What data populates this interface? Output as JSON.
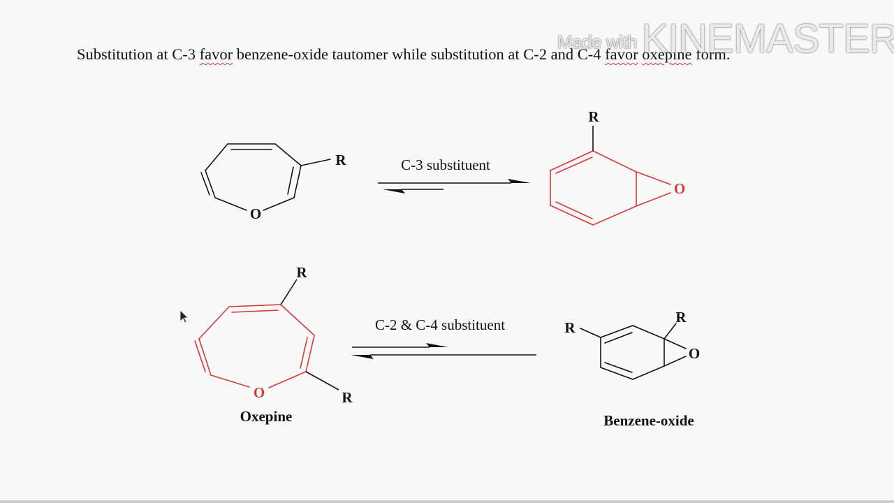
{
  "slide": {
    "text_part1": "Substitution at C-3 ",
    "text_word_favor": "favor",
    "text_part2": " benzene-oxide tautomer while substitution at C-2 and C-4 ",
    "text_word_favor2": "favor",
    "text_space": " ",
    "text_word_oxepine": "oxepine",
    "text_part3": " form."
  },
  "watermark": {
    "made_with": "Made with",
    "brand": "KINEMASTER"
  },
  "reaction_top": {
    "condition": "C-3 substituent",
    "left_O": "O",
    "left_R": "R",
    "right_O": "O",
    "right_R": "R"
  },
  "reaction_bottom": {
    "condition": "C-2 & C-4 substituent",
    "left_O": "O",
    "left_R_top": "R",
    "left_R_bottom": "R",
    "right_O": "O",
    "right_R_left": "R",
    "right_R_top": "R",
    "caption_left": "Oxepine",
    "caption_right": "Benzene-oxide"
  },
  "colors": {
    "highlight": "#d23b3b",
    "ink": "#111111",
    "background": "#f8f8f8"
  }
}
